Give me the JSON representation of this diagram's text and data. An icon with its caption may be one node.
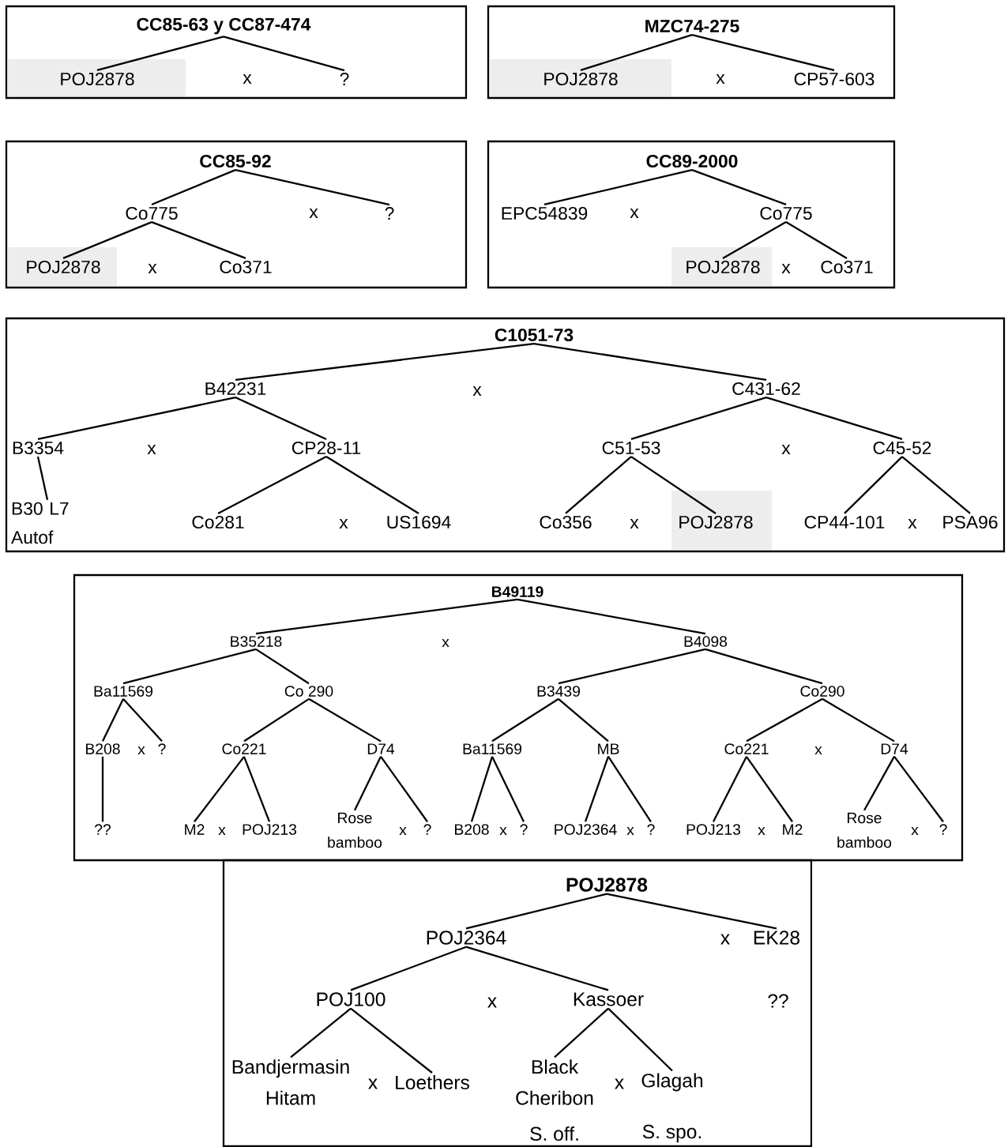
{
  "diagram": {
    "nodes": [
      {
        "text": [],
        "shape": "box"
      },
      {
        "text": [
          "CC85-63 y CC87-474"
        ],
        "in": 0
      },
      {
        "text": [
          "POJ2878"
        ],
        "in": 0
      },
      {
        "text": [
          "?"
        ],
        "in": 0
      },
      {
        "text": [],
        "shape": "box"
      },
      {
        "text": [
          "MZC74-275"
        ],
        "in": 4
      },
      {
        "text": [
          "POJ2878"
        ],
        "in": 4
      },
      {
        "text": [
          "CP57-603"
        ],
        "in": 4
      },
      {
        "text": [],
        "shape": "box"
      },
      {
        "text": [
          "CC85-92"
        ],
        "in": 8
      },
      {
        "text": [
          "Co775"
        ],
        "in": 8
      },
      {
        "text": [
          "?"
        ],
        "in": 8
      },
      {
        "text": [
          "POJ2878"
        ],
        "in": 8
      },
      {
        "text": [
          "Co371"
        ],
        "in": 8
      },
      {
        "text": [],
        "shape": "box"
      },
      {
        "text": [
          "CC89-2000"
        ],
        "in": 14
      },
      {
        "text": [
          "EPC54839"
        ],
        "in": 14
      },
      {
        "text": [
          "Co775"
        ],
        "in": 14
      },
      {
        "text": [
          "POJ2878"
        ],
        "in": 14
      },
      {
        "text": [
          "Co371"
        ],
        "in": 14
      },
      {
        "text": [],
        "shape": "box"
      },
      {
        "text": [
          "C1051-73"
        ],
        "in": 20
      },
      {
        "text": [
          "B42231"
        ],
        "in": 20
      },
      {
        "text": [
          "C431-62"
        ],
        "in": 20
      },
      {
        "text": [
          "B3354"
        ],
        "in": 20
      },
      {
        "text": [
          "CP28-11"
        ],
        "in": 20
      },
      {
        "text": [
          "C51-53"
        ],
        "in": 20
      },
      {
        "text": [
          "C45-52"
        ],
        "in": 20
      },
      {
        "text": [
          "B30 L7 Autof"
        ],
        "in": 20
      },
      {
        "text": [
          "Co281"
        ],
        "in": 20
      },
      {
        "text": [
          "US1694"
        ],
        "in": 20
      },
      {
        "text": [
          "Co356"
        ],
        "in": 20
      },
      {
        "text": [
          "POJ2878"
        ],
        "in": 20
      },
      {
        "text": [
          "CP44-101"
        ],
        "in": 20
      },
      {
        "text": [
          "PSA96"
        ],
        "in": 20
      },
      {
        "text": [],
        "shape": "box"
      },
      {
        "text": [
          "B49119"
        ],
        "in": 35
      },
      {
        "text": [
          "B35218"
        ],
        "in": 35
      },
      {
        "text": [
          "B4098"
        ],
        "in": 35
      },
      {
        "text": [
          "Ba11569"
        ],
        "in": 35
      },
      {
        "text": [
          "Co 290"
        ],
        "in": 35
      },
      {
        "text": [
          "B3439"
        ],
        "in": 35
      },
      {
        "text": [
          "Co290"
        ],
        "in": 35
      },
      {
        "text": [
          "B208"
        ],
        "in": 35
      },
      {
        "text": [
          "?"
        ],
        "in": 35
      },
      {
        "text": [
          "Co221"
        ],
        "in": 35
      },
      {
        "text": [
          "D74"
        ],
        "in": 35
      },
      {
        "text": [
          "Ba11569"
        ],
        "in": 35
      },
      {
        "text": [
          "MB"
        ],
        "in": 35
      },
      {
        "text": [
          "Co221"
        ],
        "in": 35
      },
      {
        "text": [
          "D74"
        ],
        "in": 35
      },
      {
        "text": [
          "??"
        ],
        "in": 35
      },
      {
        "text": [
          "M2"
        ],
        "in": 35
      },
      {
        "text": [
          "POJ213"
        ],
        "in": 35
      },
      {
        "text": [
          "Rose bamboo"
        ],
        "in": 35
      },
      {
        "text": [
          "?"
        ],
        "in": 35
      },
      {
        "text": [
          "B208"
        ],
        "in": 35
      },
      {
        "text": [
          "?"
        ],
        "in": 35
      },
      {
        "text": [
          "POJ2364"
        ],
        "in": 35
      },
      {
        "text": [
          "?"
        ],
        "in": 35
      },
      {
        "text": [
          "POJ213"
        ],
        "in": 35
      },
      {
        "text": [
          "M2"
        ],
        "in": 35
      },
      {
        "text": [
          "Rose bamboo"
        ],
        "in": 35
      },
      {
        "text": [
          "?"
        ],
        "in": 35
      },
      {
        "text": [],
        "shape": "box"
      },
      {
        "text": [
          "POJ2878"
        ],
        "in": 64
      },
      {
        "text": [
          "POJ2364"
        ],
        "in": 64
      },
      {
        "text": [
          "EK28"
        ],
        "in": 64
      },
      {
        "text": [
          "POJ100"
        ],
        "in": 64
      },
      {
        "text": [
          "Kassoer"
        ],
        "in": 64
      },
      {
        "text": [
          "Bandjermasin Hitam"
        ],
        "in": 64
      },
      {
        "text": [
          "Loethers"
        ],
        "in": 64
      },
      {
        "text": [
          "Black Cheribon"
        ],
        "in": 64,
        "beside": [
          "S. off."
        ]
      },
      {
        "text": [
          "Glagah"
        ],
        "in": 64,
        "beside": [
          "S. spo."
        ]
      }
    ],
    "edges": [
      {
        "from": 1,
        "to": 2,
        "arrow": "none"
      },
      {
        "from": 1,
        "to": 3,
        "arrow": "none"
      },
      {
        "from": 5,
        "to": 6,
        "arrow": "none"
      },
      {
        "from": 5,
        "to": 7,
        "arrow": "none"
      },
      {
        "from": 9,
        "to": 10,
        "arrow": "none"
      },
      {
        "from": 9,
        "to": 11,
        "arrow": "none"
      },
      {
        "from": 10,
        "to": 12,
        "arrow": "none"
      },
      {
        "from": 10,
        "to": 13,
        "arrow": "none"
      },
      {
        "from": 15,
        "to": 16,
        "arrow": "none"
      },
      {
        "from": 15,
        "to": 17,
        "arrow": "none"
      },
      {
        "from": 17,
        "to": 18,
        "arrow": "none"
      },
      {
        "from": 17,
        "to": 19,
        "arrow": "none"
      },
      {
        "from": 21,
        "to": 22,
        "arrow": "none"
      },
      {
        "from": 21,
        "to": 23,
        "arrow": "none"
      },
      {
        "from": 22,
        "to": 24,
        "arrow": "none"
      },
      {
        "from": 22,
        "to": 25,
        "arrow": "none"
      },
      {
        "from": 24,
        "to": 28,
        "arrow": "none"
      },
      {
        "from": 25,
        "to": 29,
        "arrow": "none"
      },
      {
        "from": 25,
        "to": 30,
        "arrow": "none"
      },
      {
        "from": 23,
        "to": 26,
        "arrow": "none"
      },
      {
        "from": 23,
        "to": 27,
        "arrow": "none"
      },
      {
        "from": 26,
        "to": 31,
        "arrow": "none"
      },
      {
        "from": 26,
        "to": 32,
        "arrow": "none"
      },
      {
        "from": 27,
        "to": 33,
        "arrow": "none"
      },
      {
        "from": 27,
        "to": 34,
        "arrow": "none"
      },
      {
        "from": 36,
        "to": 37,
        "arrow": "none"
      },
      {
        "from": 36,
        "to": 38,
        "arrow": "none"
      },
      {
        "from": 37,
        "to": 39,
        "arrow": "none"
      },
      {
        "from": 37,
        "to": 40,
        "arrow": "none"
      },
      {
        "from": 39,
        "to": 43,
        "arrow": "none"
      },
      {
        "from": 39,
        "to": 44,
        "arrow": "none"
      },
      {
        "from": 43,
        "to": 51,
        "arrow": "none"
      },
      {
        "from": 40,
        "to": 45,
        "arrow": "none"
      },
      {
        "from": 40,
        "to": 46,
        "arrow": "none"
      },
      {
        "from": 45,
        "to": 52,
        "arrow": "none"
      },
      {
        "from": 45,
        "to": 53,
        "arrow": "none"
      },
      {
        "from": 46,
        "to": 54,
        "arrow": "none"
      },
      {
        "from": 46,
        "to": 55,
        "arrow": "none"
      },
      {
        "from": 38,
        "to": 41,
        "arrow": "none"
      },
      {
        "from": 38,
        "to": 42,
        "arrow": "none"
      },
      {
        "from": 41,
        "to": 47,
        "arrow": "none"
      },
      {
        "from": 41,
        "to": 48,
        "arrow": "none"
      },
      {
        "from": 47,
        "to": 56,
        "arrow": "none"
      },
      {
        "from": 47,
        "to": 57,
        "arrow": "none"
      },
      {
        "from": 48,
        "to": 58,
        "arrow": "none"
      },
      {
        "from": 48,
        "to": 59,
        "arrow": "none"
      },
      {
        "from": 42,
        "to": 49,
        "arrow": "none"
      },
      {
        "from": 42,
        "to": 50,
        "arrow": "none"
      },
      {
        "from": 49,
        "to": 60,
        "arrow": "none"
      },
      {
        "from": 49,
        "to": 61,
        "arrow": "none"
      },
      {
        "from": 50,
        "to": 62,
        "arrow": "none"
      },
      {
        "from": 50,
        "to": 63,
        "arrow": "none"
      },
      {
        "from": 65,
        "to": 66,
        "arrow": "none"
      },
      {
        "from": 65,
        "to": 67,
        "arrow": "none"
      },
      {
        "from": 66,
        "to": 68,
        "arrow": "none"
      },
      {
        "from": 66,
        "to": 69,
        "arrow": "none"
      },
      {
        "from": 68,
        "to": 70,
        "arrow": "none"
      },
      {
        "from": 68,
        "to": 71,
        "arrow": "none"
      },
      {
        "from": 69,
        "to": 72,
        "arrow": "none"
      },
      {
        "from": 69,
        "to": 73,
        "arrow": "none"
      }
    ],
    "labels": [
      "x",
      "x",
      "x",
      "x",
      "x",
      "x",
      "x",
      "x",
      "x",
      "x",
      "x",
      "x",
      "x",
      "x",
      "x",
      "x",
      "x",
      "x",
      "x",
      "x",
      "x",
      "x",
      "x",
      "??",
      "x",
      "x"
    ]
  }
}
